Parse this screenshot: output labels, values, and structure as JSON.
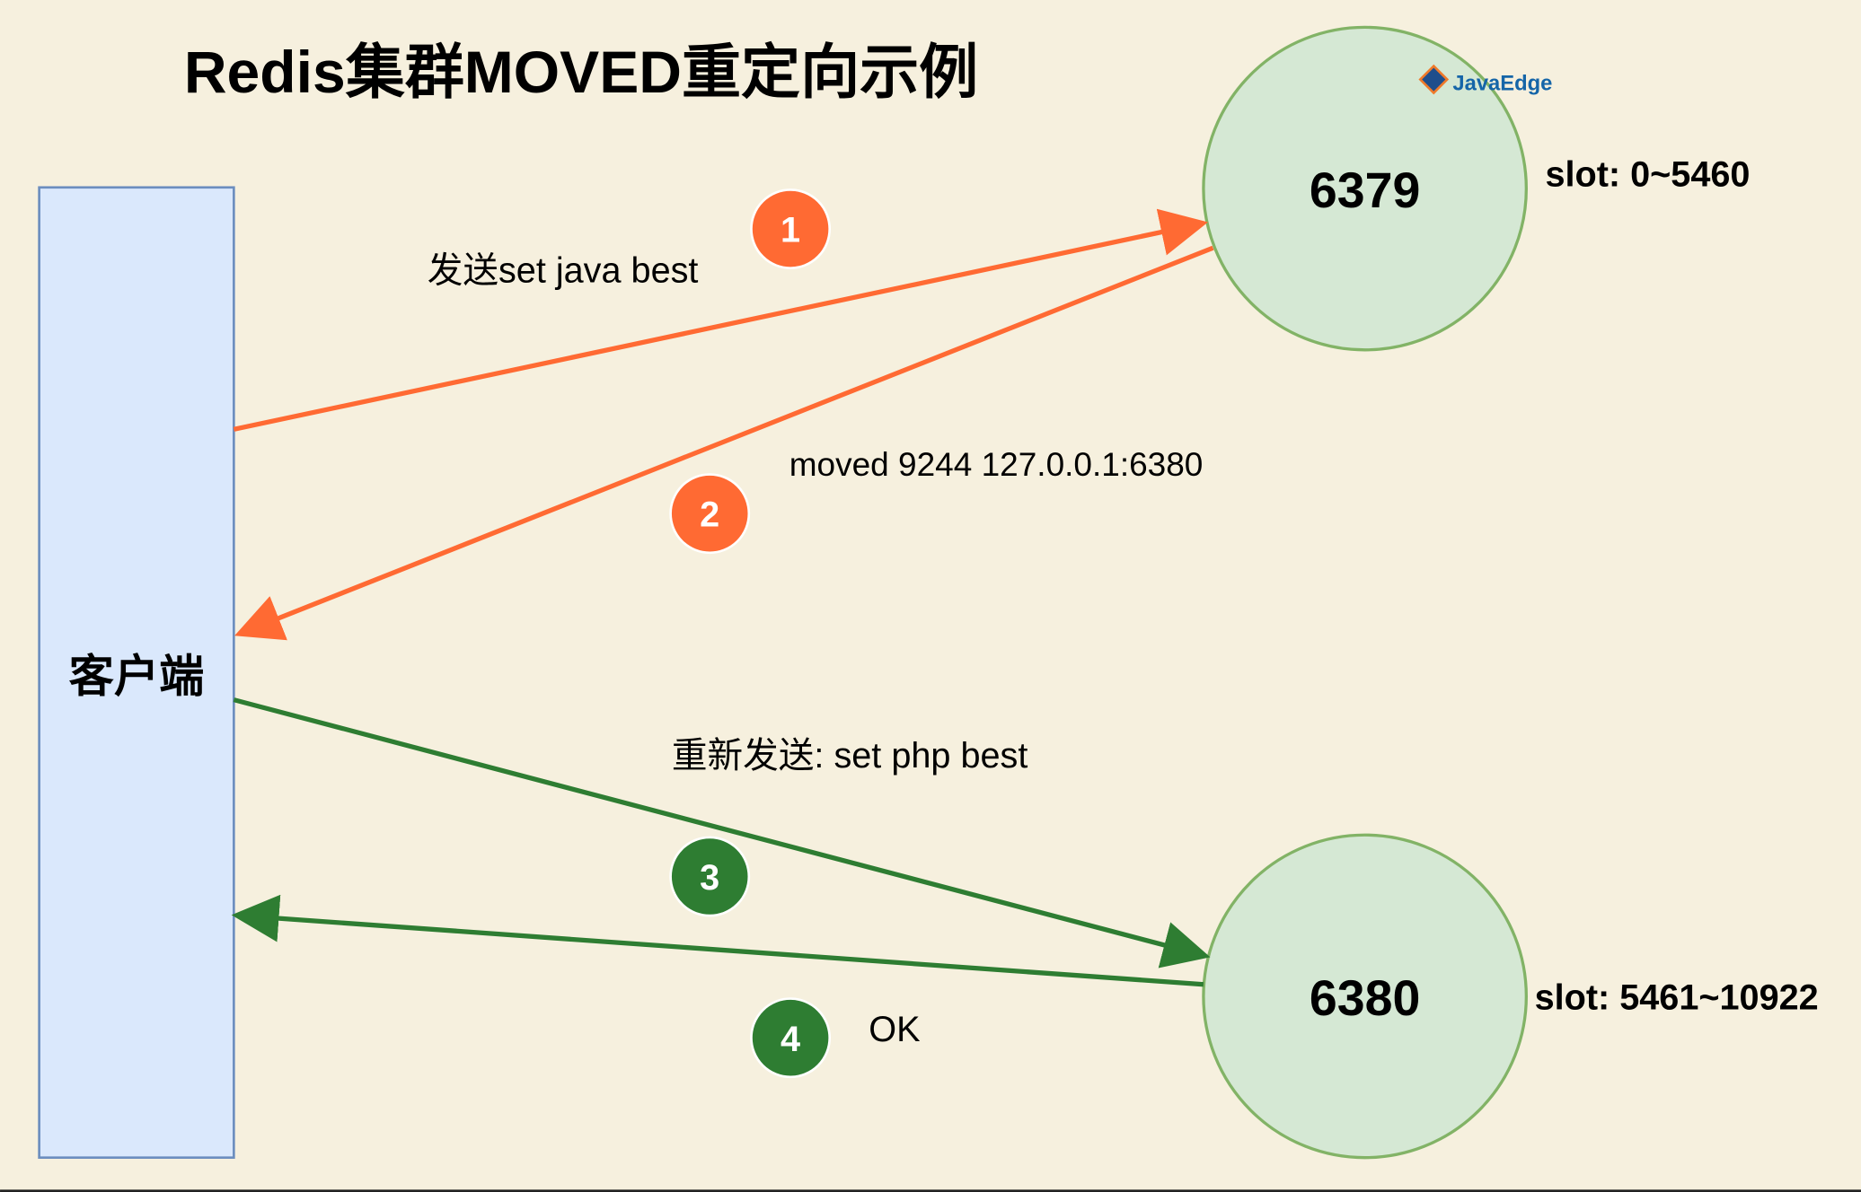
{
  "title": "Redis集群MOVED重定向示例",
  "client": {
    "label": "客户端"
  },
  "nodes": [
    {
      "port": "6379",
      "slot": "slot: 0~5460"
    },
    {
      "port": "6380",
      "slot": "slot: 5461~10922"
    }
  ],
  "steps": [
    {
      "num": "1",
      "label": "发送set java best",
      "color": "#ff6a33"
    },
    {
      "num": "2",
      "label": "moved 9244 127.0.0.1:6380",
      "color": "#ff6a33"
    },
    {
      "num": "3",
      "label": "重新发送: set php best",
      "color": "#2e7d32"
    },
    {
      "num": "4",
      "label": "OK",
      "color": "#2e7d32"
    }
  ],
  "logo": {
    "text": "JavaEdge"
  }
}
